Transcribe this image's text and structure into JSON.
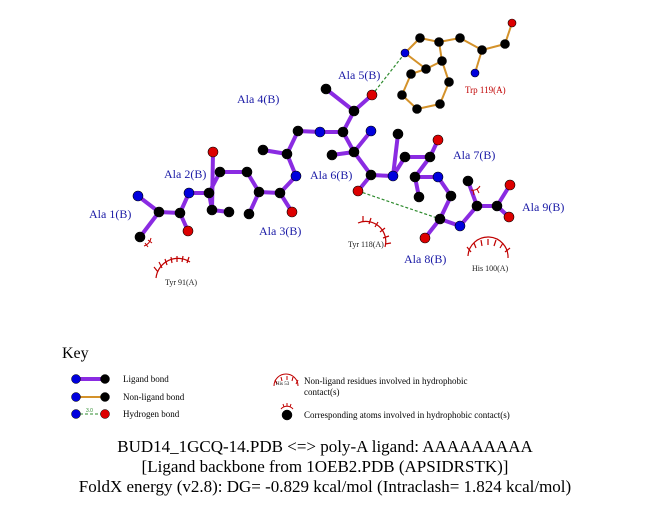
{
  "colors": {
    "ligand_bond": "#8a2be2",
    "nonligand_bond": "#d4922a",
    "hbond": "#2e8b2e",
    "carbon": "#000000",
    "nitrogen": "#0000dd",
    "oxygen": "#dd0000",
    "residue_label": "#1a1aa6",
    "hydrophobic": "#c00000"
  },
  "residues": [
    {
      "id": "ala1",
      "label": "Ala 1(B)"
    },
    {
      "id": "ala2",
      "label": "Ala 2(B)"
    },
    {
      "id": "ala3",
      "label": "Ala 3(B)"
    },
    {
      "id": "ala4",
      "label": "Ala 4(B)"
    },
    {
      "id": "ala5",
      "label": "Ala 5(B)"
    },
    {
      "id": "ala6",
      "label": "Ala 6(B)"
    },
    {
      "id": "ala7",
      "label": "Ala 7(B)"
    },
    {
      "id": "ala8",
      "label": "Ala 8(B)"
    },
    {
      "id": "ala9",
      "label": "Ala 9(B)"
    }
  ],
  "interacting_residues": {
    "trp": "Trp 119(A)",
    "tyr118": "Tyr 118(A)",
    "tyr91": "Tyr 91(A)",
    "his100": "His 100(A)"
  },
  "key": {
    "title": "Key",
    "ligand_bond": "Ligand bond",
    "nonligand_bond": "Non-ligand bond",
    "hydrogen_bond": "Hydrogen bond",
    "hbond_distance": "3.0",
    "example_residue": "His 53",
    "nonligand_hydrophobic_line1": "Non-ligand residues involved in hydrophobic",
    "nonligand_hydrophobic_line2": "contact(s)",
    "corresponding_atoms": "Corresponding atoms involved in hydrophobic contact(s)"
  },
  "caption": {
    "line1": "BUD14_1GCQ-14.PDB <=> poly-A ligand: AAAAAAAAA",
    "line2": "[Ligand backbone from 1OEB2.PDB (APSIDRSTK)]",
    "line3": "FoldX energy (v2.8): DG= -0.829 kcal/mol (Intraclash= 1.824 kcal/mol)"
  }
}
